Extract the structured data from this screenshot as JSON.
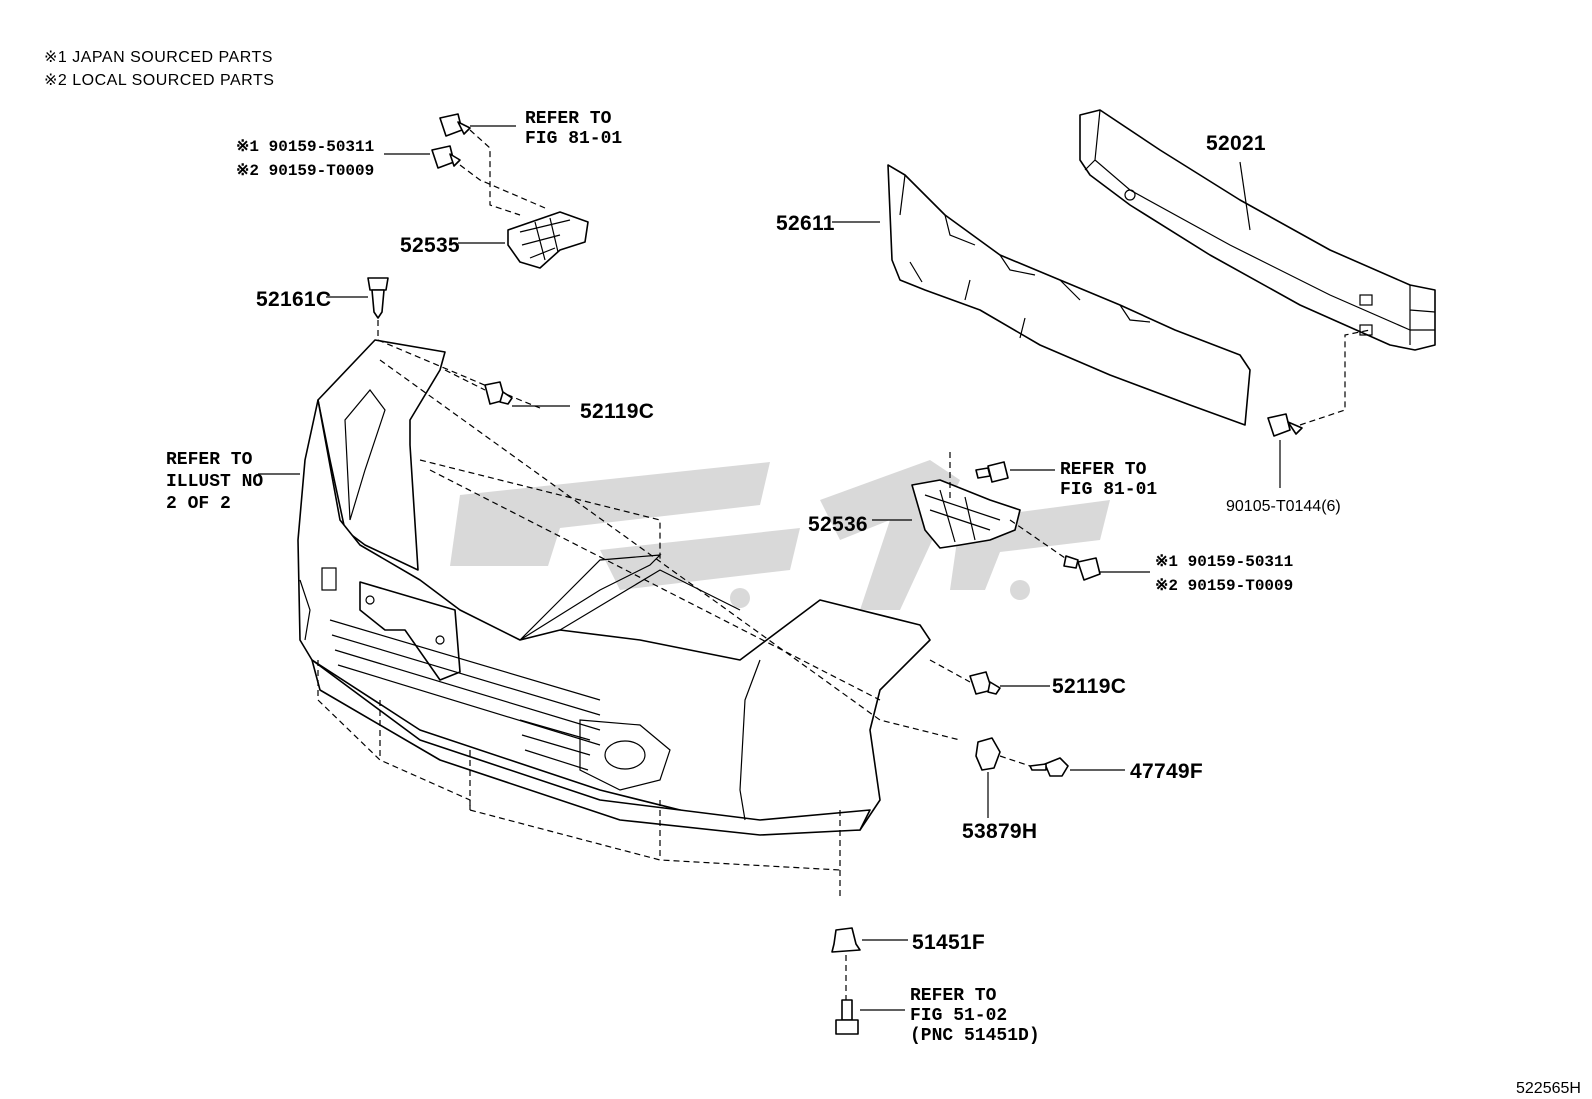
{
  "legend": {
    "line1": "※1 JAPAN SOURCED PARTS",
    "line2": "※2 LOCAL SOURCED PARTS"
  },
  "callouts": {
    "refer_81_top_a": "REFER TO",
    "refer_81_top_b": "FIG 81-01",
    "bolt_top_1": "※1 90159-50311",
    "bolt_top_2": "※2 90159-T0009",
    "p52535": "52535",
    "p52161c": "52161C",
    "p52119c_top": "52119C",
    "refer_illust_a": "REFER TO",
    "refer_illust_b": "ILLUST NO",
    "refer_illust_c": "2 OF 2",
    "p52611": "52611",
    "p52021": "52021",
    "bolt_90105": "90105-T0144(6)",
    "refer_81_mid_a": "REFER TO",
    "refer_81_mid_b": "FIG 81-01",
    "p52536": "52536",
    "bolt_mid_1": "※1 90159-50311",
    "bolt_mid_2": "※2 90159-T0009",
    "p52119c_bot": "52119C",
    "p47749f": "47749F",
    "p53879h": "53879H",
    "p51451f": "51451F",
    "refer_51_a": "REFER TO",
    "refer_51_b": "FIG 51-02",
    "refer_51_c": "(PNC 51451D)"
  },
  "illustration_id": "522565H"
}
